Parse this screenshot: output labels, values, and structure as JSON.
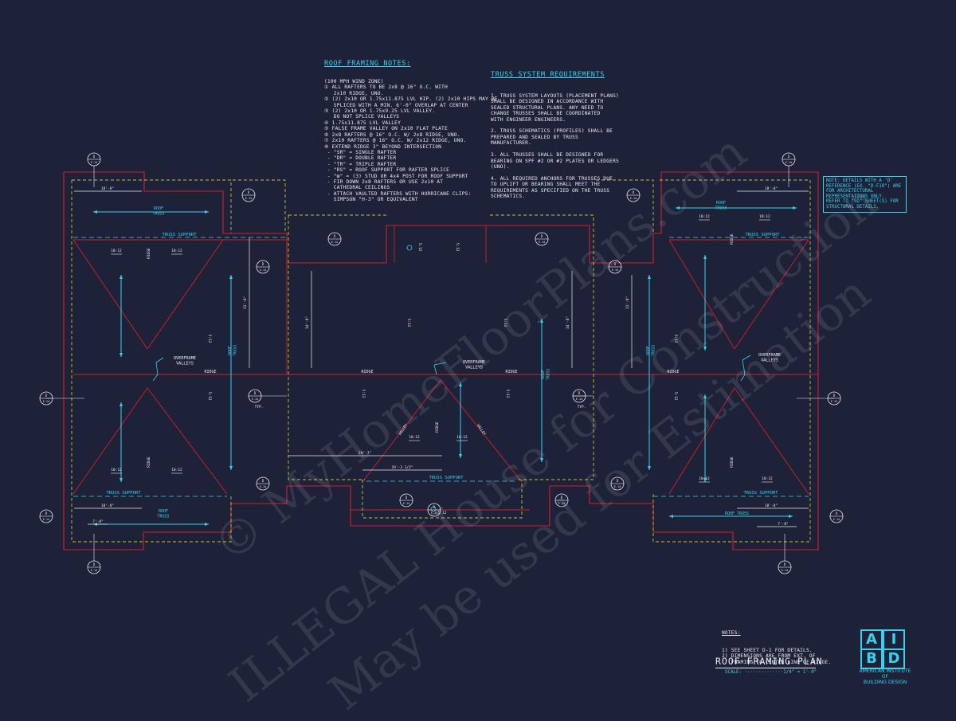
{
  "sheet_title": "ROOF FRAMING PLAN",
  "scale_label": "SCALE: ··············1/4\" = 1'-0\"",
  "roof_notes": {
    "heading": "ROOF FRAMING NOTES:",
    "body": "(100 MPH WIND ZONE)\n① ALL RAFTERS TO BE 2x8 @ 16\" O.C. WITH\n   2x10 RIDGE, UNO.\n② (2) 2x10 OR 1.75x11.875 LVL HIP. (2) 2x10 HIPS MAY BE\n   SPLICED WITH A MIN. 6'-0\" OVERLAP AT CENTER\n③ (2) 2x10 OR 1.75x9.25 LVL VALLEY.\n   DO NOT SPLICE VALLEYS\n④ 1.75x11.875 LVL VALLEY\n⑤ FALSE FRAME VALLEY ON 2x10 FLAT PLATE\n⑥ 2x8 RAFTERS @ 16\" O.C. W/ 2x8 RIDGE, UNO.\n⑦ 2x10 RAFTERS @ 16\" O.C. W/ 2x12 RIDGE, UNO.\n⑧ EXTEND RIDGE 3\" BEYOND INTERSECTION\n - \"SR\" = SINGLE RAFTER\n - \"DR\" = DOUBLE RAFTER\n - \"TR\" = TRIPLE RAFTER\n - \"RS\" = ROOF SUPPORT FOR RAFTER SPLICE\n - \"⊠\" = (3) STUD OR 4x4 POST FOR ROOF SUPPORT\n - FIR DOWN 2x8 RAFTERS OR USE 2x10 AT\n   CATHEDRAL CEILINGS\n - ATTACH VAULTED RAFTERS WITH HURRICANE CLIPS:\n   SIMPSON \"H-3\" OR EQUIVALENT"
  },
  "truss_notes": {
    "heading": "TRUSS SYSTEM REQUIREMENTS",
    "body": "1. TRUSS SYSTEM LAYOUTS (PLACEMENT PLANS)\nSHALL BE DESIGNED IN ACCORDANCE WITH\nSEALED STRUCTURAL PLANS. ANY NEED TO\nCHANGE TRUSSES SHALL BE COORDINATED\nWITH ENGINEER ENGINEERS.\n\n2. TRUSS SCHEMATICS (PROFILES) SHALL BE\nPREPARED AND SEALED BY TRUSS\nMANUFACTURER.\n\n3. ALL TRUSSES SHALL BE DESIGNED FOR\nBEARING ON SPF #2 OR #2 PLATES OR LEDGERS\n(UNO).\n\n4. ALL REQUIRED ANCHORS FOR TRUSSES DUE\nTO UPLIFT OR BEARING SHALL MEET THE\nREQUIREMENTS AS SPECIFIED ON THE TRUSS\nSCHEMATICS."
  },
  "detail_note": "NOTE: DETAILS WITH A 'D'\nREFERENCE (EX. \"D-F10\") ARE\nFOR ARCHITECTURAL\nREPRESENTATIONS ONLY.\nREFER TO \"SD\" SHEET(S) FOR\nSTRUCTURAL DETAILS.",
  "bottom_notes": {
    "heading": "NOTES:",
    "body": "1) SEE SHEET D-1 FOR DETAILS.\n2) DIMENSIONS ARE FROM EXT. OF\n   FRAMING TO CENTER LINE OF RIDGE."
  },
  "logo": {
    "letters": [
      "A",
      "I",
      "B",
      "D"
    ],
    "caption": "AMERICAN INSTITUTE\nOF\nBUILDING DESIGN"
  },
  "watermarks": [
    "© MyHomeFloorPlans.com",
    "ILLEGAL House for Construction",
    "May be used for Estimation"
  ],
  "plan_labels": {
    "ridge": "RIDGE",
    "roof_truss": "ROOF TRUSS",
    "roof_truss_vertical": "ROOF\nTRUSS",
    "truss_support": "TRUSS SUPPORT",
    "overframe_valleys": "OVERFRAME\nVALLEYS",
    "valley": "VALLEY",
    "pitch_10": "10:12",
    "pitch_5": "5:12",
    "dim_18": "18'-8\"",
    "dim_7": "7'-0\"",
    "dim_11": "11'-8\"",
    "dim_14": "14'-8\"",
    "dim_28": "28'-7\"",
    "dim_19": "19'-3 1/2\"",
    "typ": "TYP."
  },
  "colors": {
    "background": "#1d2238",
    "outline": "#d21e2c",
    "eave": "#c7c22e",
    "annotation": "#35d4ee",
    "linework": "#e8eaf2"
  }
}
